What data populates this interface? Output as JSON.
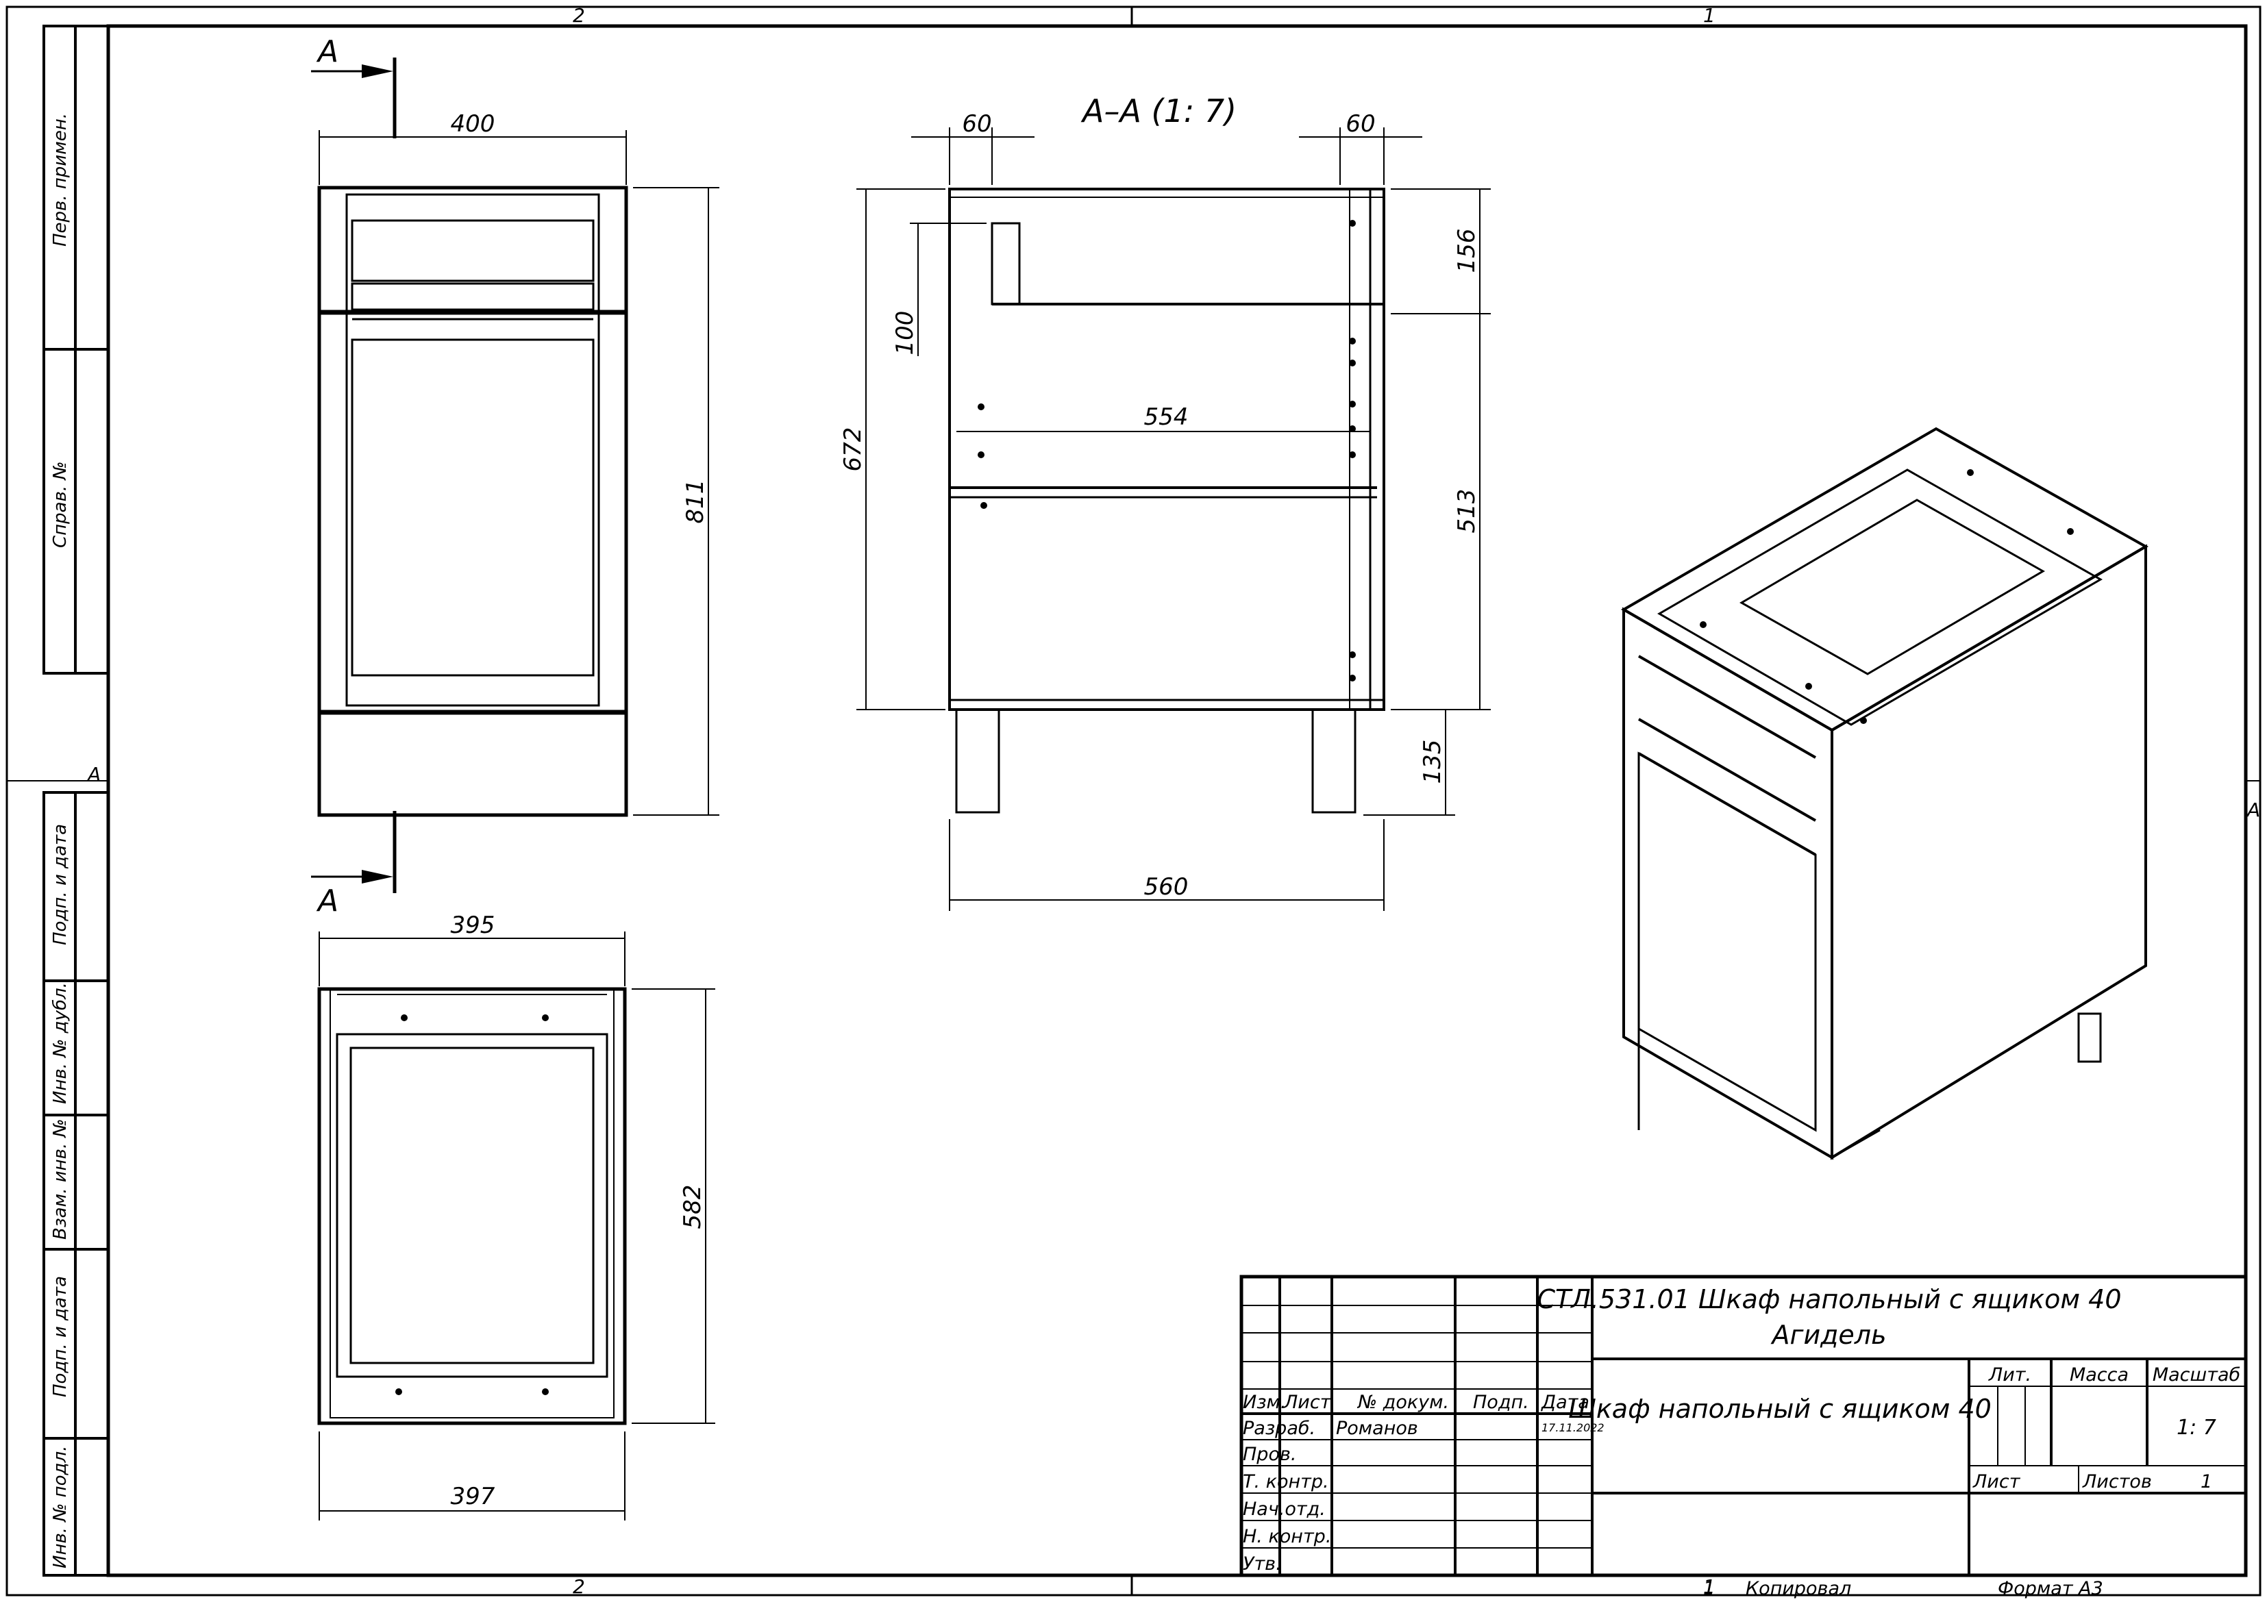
{
  "zones": {
    "top_left": "2",
    "top_right": "1",
    "bottom_left": "2",
    "bottom_right": "1",
    "left_row": "A",
    "right_row": "A"
  },
  "side_stamps": [
    "Перв. примен.",
    "Справ. №",
    "Подп. и дата",
    "Инв. № дубл.",
    "Взам. инв. №",
    "Подп. и дата",
    "Инв. № подл."
  ],
  "views": {
    "section_mark": "A",
    "section_title": "А–А (1: 7)",
    "front_dims": {
      "width": "400",
      "height": "811"
    },
    "top_dims": {
      "top_width": "395",
      "depth": "582",
      "bottom_width": "397"
    },
    "section_dims": {
      "inset_left": "60",
      "inset_right": "60",
      "height": "672",
      "drawer": "100",
      "shelf_width": "554",
      "top_zone": "156",
      "lower_zone": "513",
      "leg": "135",
      "width": "560"
    }
  },
  "title_block": {
    "designation": "СТЛ.531.01 Шкаф напольный с ящиком 40",
    "designation_line2": "Агидель",
    "product_name": "Шкаф напольный с ящиком 40",
    "columns": [
      "Изм.",
      "Лист",
      "№ докум.",
      "Подп.",
      "Дата"
    ],
    "roles": [
      "Разраб.",
      "Пров.",
      "Т. контр.",
      "Нач.отд.",
      "Н. контр.",
      "Утв."
    ],
    "developer": "Романов",
    "date": "17.11.2022",
    "lit_label": "Лит.",
    "mass_label": "Масса",
    "scale_label": "Масштаб",
    "scale": "1: 7",
    "sheet_label": "Лист",
    "sheets_label": "Листов",
    "sheets": "1",
    "copied_num": "1",
    "copied_label": "Копировал",
    "format": "Формат А3"
  }
}
